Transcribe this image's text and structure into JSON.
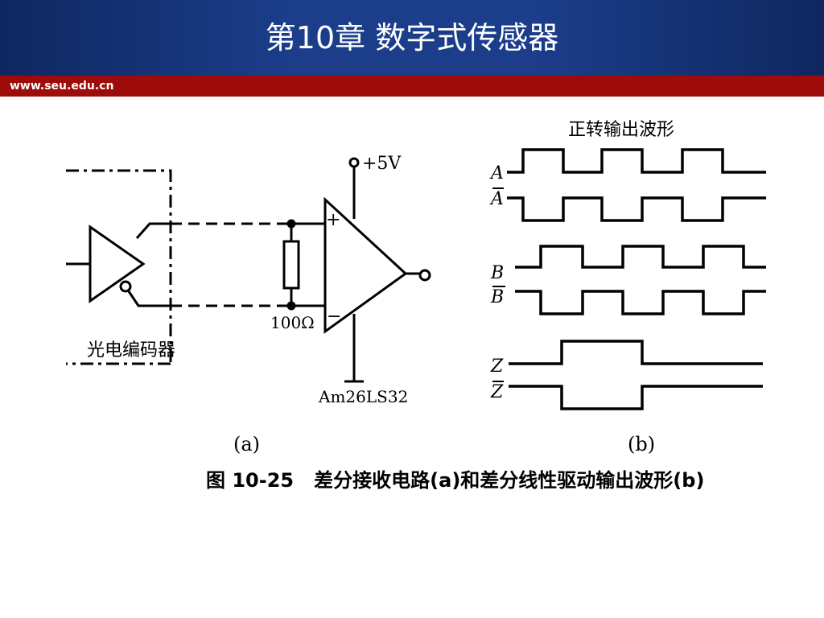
{
  "slide": {
    "title": "第10章 数字式传感器",
    "url": "www.seu.edu.cn"
  },
  "figure": {
    "circuit": {
      "supply_label": "+5V",
      "plus_label": "+",
      "minus_label": "−",
      "resistor_label": "100Ω",
      "encoder_label": "光电编码器",
      "chip_label": "Am26LS32",
      "panel_label": "(a)"
    },
    "waveforms": {
      "heading": "正转输出波形",
      "signals": [
        "A",
        "A",
        "B",
        "B",
        "Z",
        "Z"
      ],
      "panel_label": "(b)"
    },
    "caption": "图 10-25   差分接收电路(a)和差分线性驱动输出波形(b)"
  }
}
